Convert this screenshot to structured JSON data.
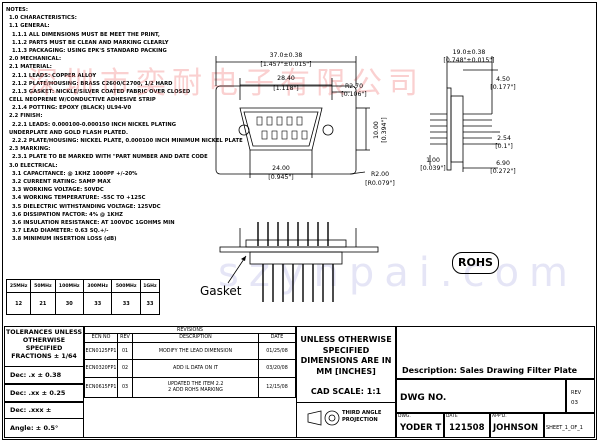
{
  "notes": [
    {
      "level": 0,
      "text": "NOTES:"
    },
    {
      "level": 1,
      "text": "1.0 CHARACTERISTICS:"
    },
    {
      "level": 1,
      "text": "1.1 GENERAL:"
    },
    {
      "level": 2,
      "text": "1.1.1 ALL DIMENSIONS MUST BE MEET THE PRINT,"
    },
    {
      "level": 2,
      "text": "1.1.2 PARTS MUST BE CLEAN AND MARKING CLEARLY"
    },
    {
      "level": 2,
      "text": "1.1.3 PACKAGING: USING EPK'S STANDARD PACKING"
    },
    {
      "level": 1,
      "text": "2.0 MECHANICAL:"
    },
    {
      "level": 1,
      "text": "2.1 MATERIAL:"
    },
    {
      "level": 2,
      "text": "2.1.1 LEADS: COPPER ALLOY"
    },
    {
      "level": 2,
      "text": "2.1.2 PLATE/HOUSING: BRASS C2600/C2700, 1/2 HARD"
    },
    {
      "level": 2,
      "text": "2.1.3 GASKET: NICKLE/SILVER COATED FABRIC OVER CLOSED"
    },
    {
      "level": 3,
      "text": "CELL NEOPRENE W/CONDUCTIVE ADHESIVE STRIP"
    },
    {
      "level": 2,
      "text": "2.1.4 POTTING: EPOXY (BLACK) UL94-V0"
    },
    {
      "level": 1,
      "text": "2.2 FINISH:"
    },
    {
      "level": 2,
      "text": "2.2.1 LEADS: 0.000100-0.000150 INCH NICKEL PLATING"
    },
    {
      "level": 3,
      "text": "UNDERPLATE AND GOLD FLASH PLATED."
    },
    {
      "level": 2,
      "text": "2.2.2 PLATE/HOUSING: NICKEL PLATE, 0.000100 INCH MINIMUM NICKEL PLATE"
    },
    {
      "level": 1,
      "text": "2.3 MARKING:"
    },
    {
      "level": 2,
      "text": "2.3.1 PLATE TO BE MARKED WITH \"PART NUMBER AND DATE CODE"
    },
    {
      "level": 1,
      "text": "3.0 ELECTRICAL:"
    },
    {
      "level": 2,
      "text": "3.1 CAPACITANCE: @ 1KHZ 1000PF +/-20%"
    },
    {
      "level": 2,
      "text": "3.2 CURRENT RATING: 5AMP MAX"
    },
    {
      "level": 2,
      "text": "3.3 WORKING VOLTAGE: 50VDC"
    },
    {
      "level": 2,
      "text": "3.4 WORKING TEMPERATURE: -55C TO +125C"
    },
    {
      "level": 2,
      "text": "3.5 DIELECTRIC WITHSTANDING VOLTAGE: 125VDC"
    },
    {
      "level": 2,
      "text": "3.6 DISSIPATION FACTOR: 4% @ 1KHZ"
    },
    {
      "level": 2,
      "text": "3.6 INSULATION RESISTANCE: AT 100VDC 1GOHMS MIN"
    },
    {
      "level": 2,
      "text": "3.7 LEAD DIAMETER: 0.63 SQ.+/-"
    },
    {
      "level": 2,
      "text": "3.8 MINIMUM INSERTION LOSS (dB)"
    }
  ],
  "loss_table": {
    "headers": [
      "25MHz",
      "50MHz",
      "100MHz",
      "300MHz",
      "500MHz",
      "1GHz"
    ],
    "values": [
      "12",
      "21",
      "30",
      "33",
      "33",
      "33"
    ]
  },
  "dims": {
    "d1": "37.0±0.38",
    "d1i": "[1.457\"±0.015\"]",
    "d2": "28.40",
    "d2i": "[1.118\"]",
    "d3": "R2.70",
    "d3i": "[0.106\"]",
    "d4": "10.00",
    "d4i": "[0.394\"]",
    "d5": "24.00",
    "d5i": "[0.945\"]",
    "d6": "R2.00",
    "d6i": "[R0.079\"]",
    "d7": "19.0±0.38",
    "d7i": "[0.748\"±0.015\"]",
    "d8": "4.50",
    "d8i": "[0.177\"]",
    "d9": "2.54",
    "d9i": "[0.1\"]",
    "d10": "1.00",
    "d10i": "[0.039\"]",
    "d11": "6.90",
    "d11i": "[0.272\"]"
  },
  "gasket_label": "Gasket",
  "rohs_label": "ROHS",
  "tolerances": {
    "title_lines": [
      "TOLERANCES UNLESS",
      "OTHERWISE",
      "SPECIFIED",
      "FRACTIONS ± 1/64"
    ],
    "dec1": "Dec: .x ± 0.38",
    "dec2": "Dec: .xx ± 0.25",
    "dec3": "Dec: .xxx ±",
    "angle": "Angle: ± 0.5°"
  },
  "revisions": {
    "title": "REVISIONS",
    "headers": [
      "ECN NO",
      "REV",
      "DESCRIPTION",
      "DATE"
    ],
    "rows": [
      {
        "ecn": "ECN0125FP1",
        "rev": "01",
        "desc": "MODIFY  THE  LEAD  DIMENSION",
        "date": "01/25/08"
      },
      {
        "ecn": "ECN0320FP1",
        "rev": "02",
        "desc": "ADD  IL  DATA  ON  IT",
        "date": "03/20/08"
      },
      {
        "ecn": "ECN0615FP1",
        "rev": "03",
        "desc": "UPDATED  THE  ITEM  2.2\n2  ADD  ROHS  MARKING",
        "date": "12/15/08"
      }
    ]
  },
  "unless": {
    "lines": [
      "UNLESS OTHERWISE",
      "SPECIFIED",
      "DIMENSIONS ARE IN",
      "MM [INCHES]"
    ],
    "scale": "CAD SCALE: 1:1",
    "projection": "THIRD ANGLE\nPROJECTION"
  },
  "title_block": {
    "description": "Description: Sales Drawing Filter Plate",
    "dwg_no_label": "DWG NO.",
    "rev_label": "REV",
    "rev_value": "03",
    "dwg_label": "DWG.",
    "dwg_value": "YODER T",
    "date_label": "DATE",
    "date_value": "121508",
    "appd_label": "APP'D.",
    "appd_value": "JOHNSON",
    "sheet": "SHEET_1_OF_1"
  },
  "watermark_cn": "深圳市奕耐电子有限公司",
  "watermark_url": "szynpai.com"
}
